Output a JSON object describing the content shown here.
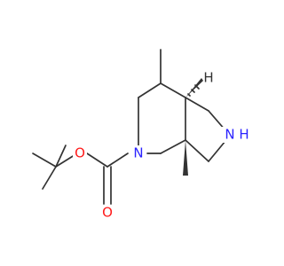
{
  "molecule": {
    "atoms": {
      "nitrogen_ring": "N",
      "nitrogen_amine": "N",
      "hydrogen_on_amine": "H",
      "ester_oxygen": "O",
      "carbonyl_oxygen": "O"
    }
  },
  "colors": {
    "nitrogen": "#2a22ff",
    "oxygen": "#ff1a1a",
    "bond": "#333333",
    "background": "#ffffff"
  }
}
